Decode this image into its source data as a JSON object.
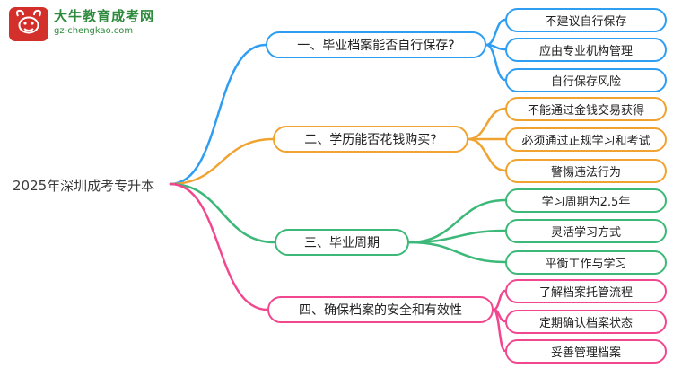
{
  "logo": {
    "title": "大牛教育成考网",
    "subtitle": "gz-chengkao.com"
  },
  "root": {
    "label": "2025年深圳成考专升本"
  },
  "branches": [
    {
      "label": "一、毕业档案能否自行保存?",
      "color": "#2f9ef2",
      "children": [
        "不建议自行保存",
        "应由专业机构管理",
        "自行保存风险"
      ]
    },
    {
      "label": "二、学历能否花钱购买?",
      "color": "#f0a330",
      "children": [
        "不能通过金钱交易获得",
        "必须通过正规学习和考试",
        "警惕违法行为"
      ]
    },
    {
      "label": "三、毕业周期",
      "color": "#3cb878",
      "children": [
        "学习周期为2.5年",
        "灵活学习方式",
        "平衡工作与学习"
      ]
    },
    {
      "label": "四、确保档案的安全和有效性",
      "color": "#f1478f",
      "children": [
        "了解档案托管流程",
        "定期确认档案状态",
        "妥善管理档案"
      ]
    }
  ]
}
